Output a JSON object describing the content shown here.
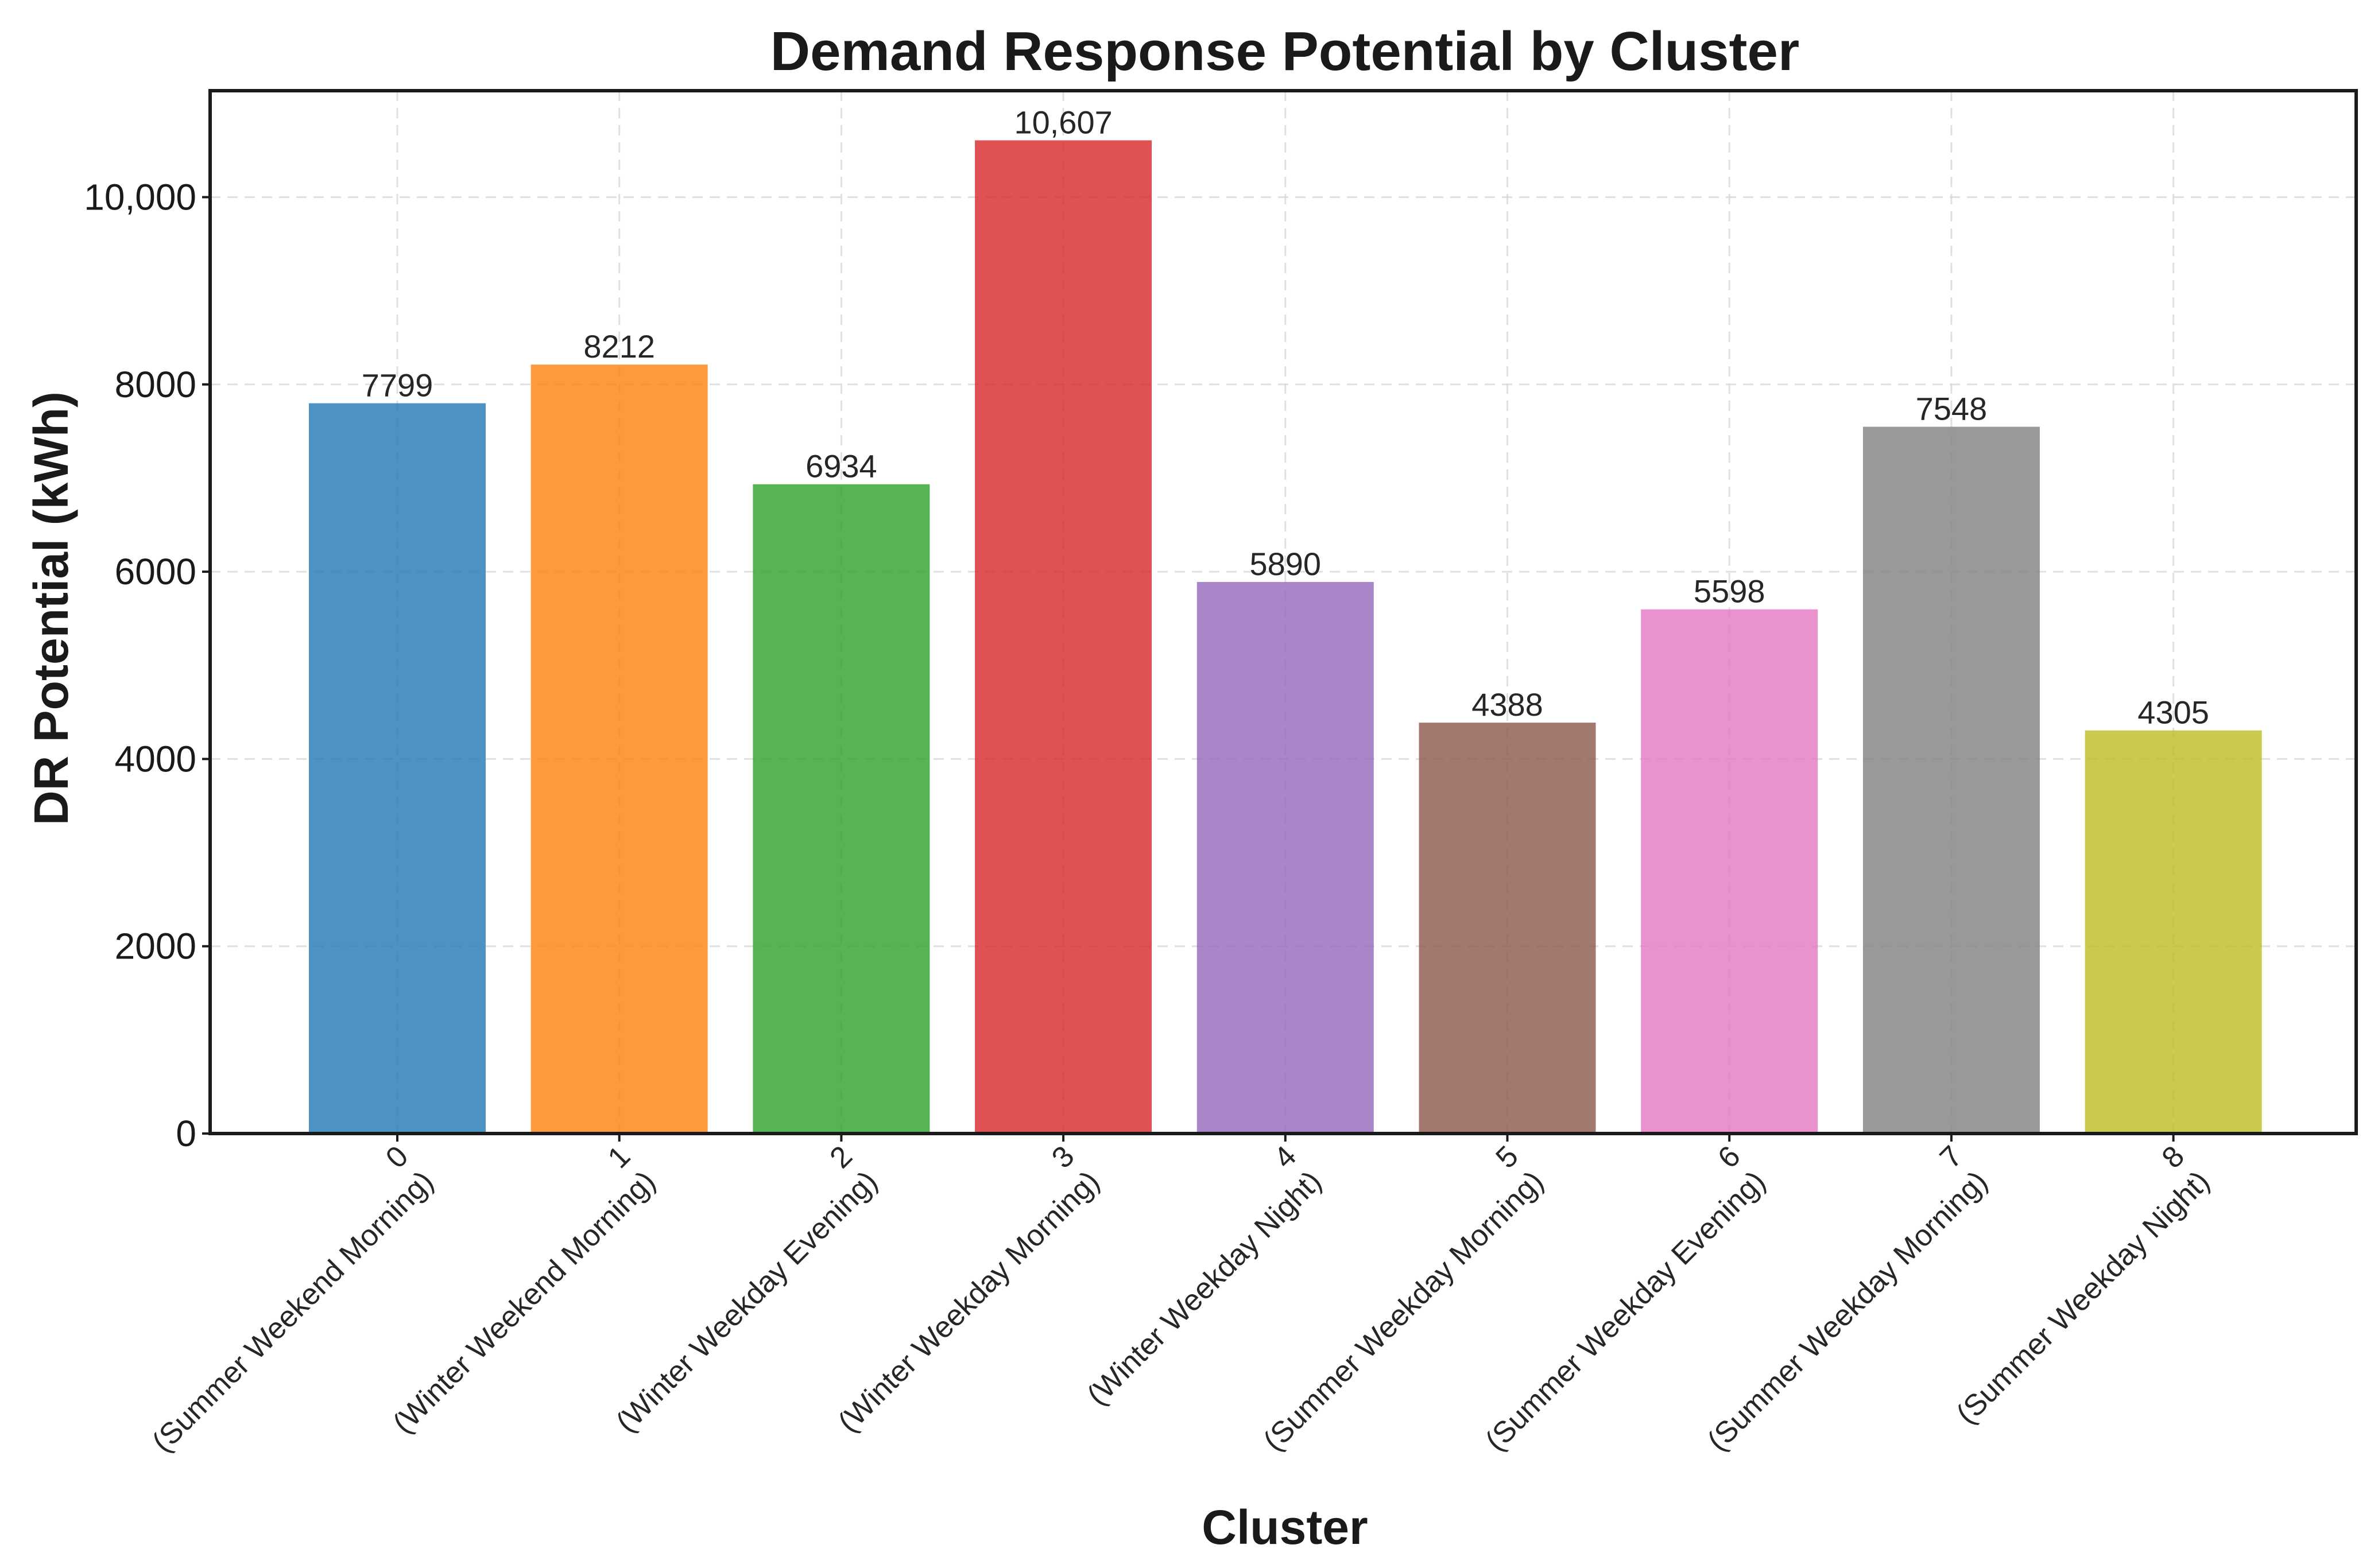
{
  "chart_data": {
    "type": "bar",
    "title": "Demand Response Potential by Cluster",
    "xlabel": "Cluster",
    "ylabel": "DR Potential (kWh)",
    "categories": [
      {
        "id": "0",
        "desc": "(Summer Weekend Morning)"
      },
      {
        "id": "1",
        "desc": "(Winter Weekend Morning)"
      },
      {
        "id": "2",
        "desc": "(Winter Weekday Evening)"
      },
      {
        "id": "3",
        "desc": "(Winter Weekday Morning)"
      },
      {
        "id": "4",
        "desc": "(Winter Weekday Night)"
      },
      {
        "id": "5",
        "desc": "(Summer Weekday Morning)"
      },
      {
        "id": "6",
        "desc": "(Summer Weekday Evening)"
      },
      {
        "id": "7",
        "desc": "(Summer Weekday Morning)"
      },
      {
        "id": "8",
        "desc": "(Summer Weekday Night)"
      }
    ],
    "values": [
      7799,
      8212,
      6934,
      10607,
      5890,
      4388,
      5598,
      7548,
      4305
    ],
    "value_labels": [
      "7799",
      "8212",
      "6934",
      "10,607",
      "5890",
      "4388",
      "5598",
      "7548",
      "4305"
    ],
    "colors": [
      "#1f77b4",
      "#ff7f0e",
      "#2ca02c",
      "#d62728",
      "#9467bd",
      "#8c564b",
      "#e377c2",
      "#7f7f7f",
      "#bcbd22"
    ],
    "ylim": [
      0,
      11137
    ],
    "yticks": [
      0,
      2000,
      4000,
      6000,
      8000,
      10000
    ],
    "ytick_labels": [
      "0",
      "2000",
      "4000",
      "6000",
      "8000",
      "10,000"
    ],
    "grid": true,
    "legend": "none"
  }
}
